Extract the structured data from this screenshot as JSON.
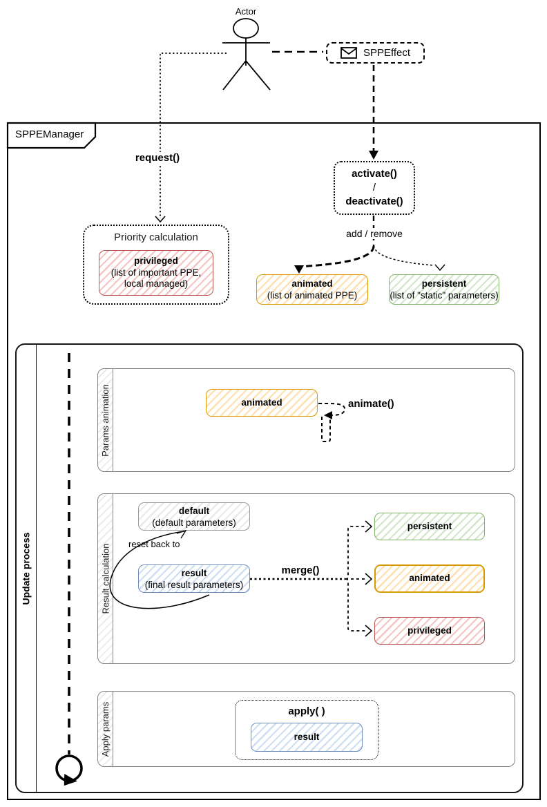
{
  "actor": {
    "label": "Actor"
  },
  "sppeffect": {
    "label": "SPPEffect"
  },
  "frame": {
    "title": "SPPEManager"
  },
  "messages": {
    "request": "request()",
    "add_remove": "add / remove",
    "animate": "animate()",
    "merge": "merge()",
    "apply": "apply( )",
    "reset_back_to": "reset back to"
  },
  "activate_box": {
    "activate": "activate()",
    "slash": "/",
    "deactivate": "deactivate()"
  },
  "priority": {
    "title": "Priority calculation",
    "privileged": {
      "name": "privileged",
      "desc_line1": "(list of important PPE,",
      "desc_line2": "local managed)"
    }
  },
  "lists": {
    "animated": {
      "name": "animated",
      "desc": "(list of animated PPE)"
    },
    "persistent": {
      "name": "persistent",
      "desc": "(list of \"static\" parameters)"
    }
  },
  "update_process": {
    "label": "Update process",
    "params_animation": {
      "label": "Params animation",
      "animated_label": "animated"
    },
    "result_calculation": {
      "label": "Result calculation",
      "default": {
        "name": "default",
        "desc": "(default parameters)"
      },
      "result": {
        "name": "result",
        "desc": "(final result parameters)"
      },
      "persistent_label": "persistent",
      "animated_label": "animated",
      "privileged_label": "privileged"
    },
    "apply_params": {
      "label": "Apply params",
      "result_label": "result"
    }
  },
  "colors": {
    "orange": {
      "border": "#d79b00",
      "fill": "#ffdfae"
    },
    "green": {
      "border": "#82b366",
      "fill": "#d3e5cb"
    },
    "red": {
      "border": "#b85450",
      "fill": "#f4c5c2"
    },
    "blue": {
      "border": "#6c8ebf",
      "fill": "#cfdff3"
    },
    "gray": {
      "border": "#9b9b9b",
      "fill": "#e9e9e9"
    }
  }
}
